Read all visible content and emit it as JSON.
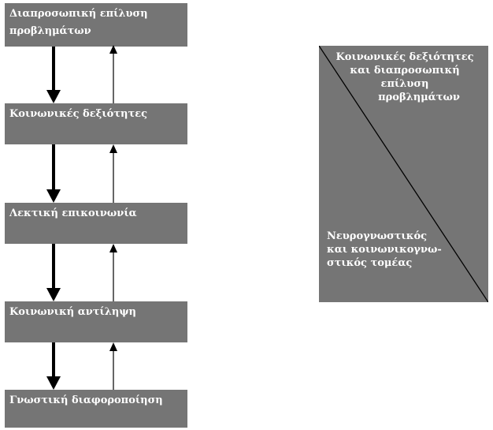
{
  "left_column": {
    "boxes": [
      {
        "lines": [
          "Διαπροσωπική επίλυση",
          "προβλημάτων"
        ]
      },
      {
        "lines": [
          "Κοινωνικές δεξιότητες"
        ]
      },
      {
        "lines": [
          "Λεκτική επικοινωνία"
        ]
      },
      {
        "lines": [
          "Κοινωνική αντίληψη"
        ]
      },
      {
        "lines": [
          "Γνωστική διαφοροποίηση"
        ]
      }
    ]
  },
  "right_box": {
    "upper_lines": [
      "Κοινωνικές δεξιότητες",
      "και διαπροσωπική",
      "επίλυση",
      "προβλημάτων"
    ],
    "lower_lines": [
      "Νευρογνωστικός",
      "και κοινωνικογνω-",
      "στικός τομέας"
    ]
  },
  "colors": {
    "box_fill": "#757575",
    "text": "#ffffff",
    "arrow": "#000000"
  }
}
